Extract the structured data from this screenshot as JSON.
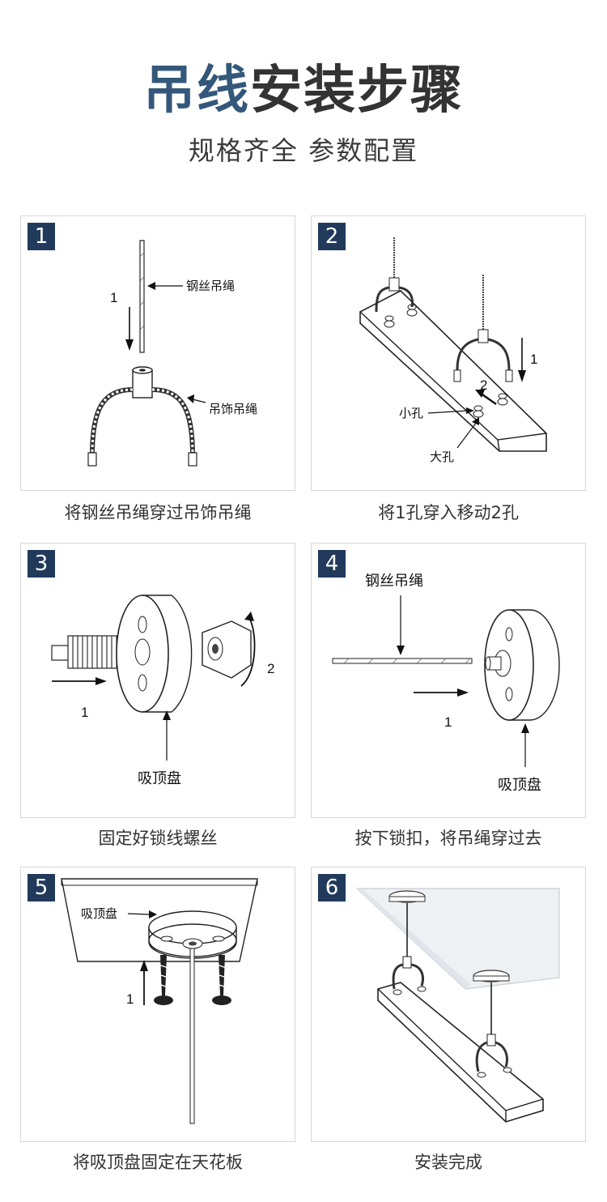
{
  "header": {
    "title_accent": "吊线",
    "title_rest": "安装步骤",
    "subtitle": "规格齐全 参数配置"
  },
  "steps": [
    {
      "number": "1",
      "caption": "将钢丝吊绳穿过吊饰吊绳",
      "labels": {
        "wire": "钢丝吊绳",
        "hanger": "吊饰吊绳",
        "arrow1": "1"
      }
    },
    {
      "number": "2",
      "caption": "将1孔穿入移动2孔",
      "labels": {
        "small_hole": "小孔",
        "big_hole": "大孔",
        "arrow1": "1",
        "arrow2": "2"
      }
    },
    {
      "number": "3",
      "caption": "固定好锁线螺丝",
      "labels": {
        "disc": "吸顶盘",
        "arrow1": "1",
        "arrow2": "2"
      }
    },
    {
      "number": "4",
      "caption": "按下锁扣，将吊绳穿过去",
      "labels": {
        "wire": "钢丝吊绳",
        "disc": "吸顶盘",
        "arrow1": "1"
      }
    },
    {
      "number": "5",
      "caption": "将吸顶盘固定在天花板",
      "labels": {
        "disc": "吸顶盘",
        "arrow1": "1"
      }
    },
    {
      "number": "6",
      "caption": "安装完成",
      "labels": {}
    }
  ],
  "colors": {
    "accent": "#34587a",
    "badge": "#213a5c",
    "text": "#333333"
  }
}
